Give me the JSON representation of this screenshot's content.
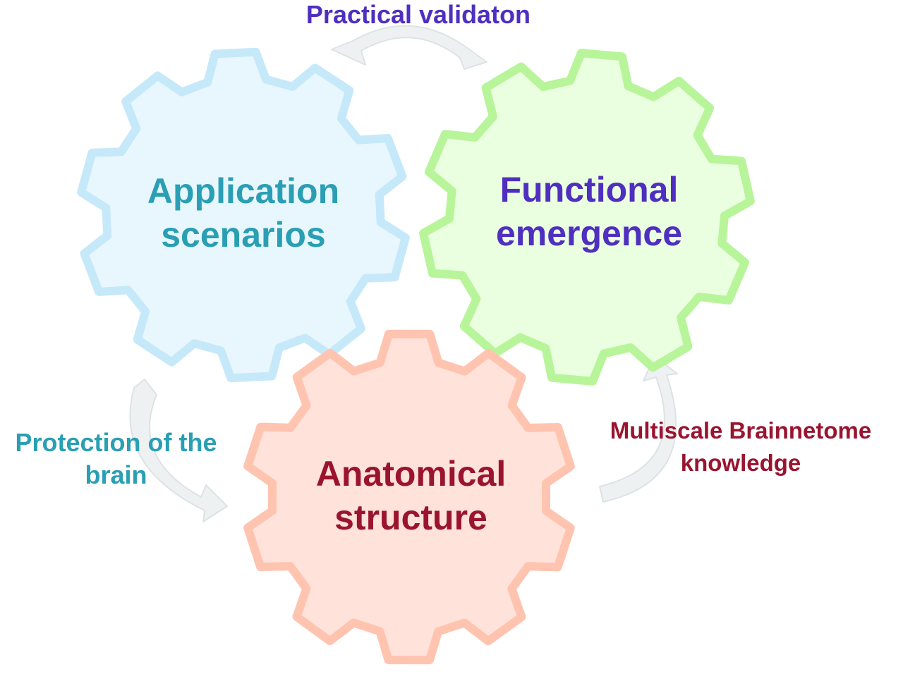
{
  "gears": [
    {
      "id": "application",
      "title_lines": [
        "Application",
        "scenarios"
      ],
      "fill": "#e8f7fd",
      "stroke": "#c6e9fa",
      "text_color": "#2a9fb4"
    },
    {
      "id": "functional",
      "title_lines": [
        "Functional",
        "emergence"
      ],
      "fill": "#eaffdf",
      "stroke": "#b8f59a",
      "text_color": "#4f2fc0"
    },
    {
      "id": "anatomical",
      "title_lines": [
        "Anatomical",
        "structure"
      ],
      "fill": "#ffe2d9",
      "stroke": "#ffc4b0",
      "text_color": "#9a1430"
    }
  ],
  "cycle_labels": {
    "top": {
      "lines": [
        "Practical validaton"
      ],
      "color": "#4f2fc0"
    },
    "left": {
      "lines": [
        "Protection of the",
        "brain"
      ],
      "color": "#2a9fb4"
    },
    "right": {
      "lines": [
        "Multiscale Brainnetome",
        "knowledge"
      ],
      "color": "#9a1430"
    }
  },
  "arrow_color": "#eef1f2",
  "arrow_stroke": "#dde3e5"
}
